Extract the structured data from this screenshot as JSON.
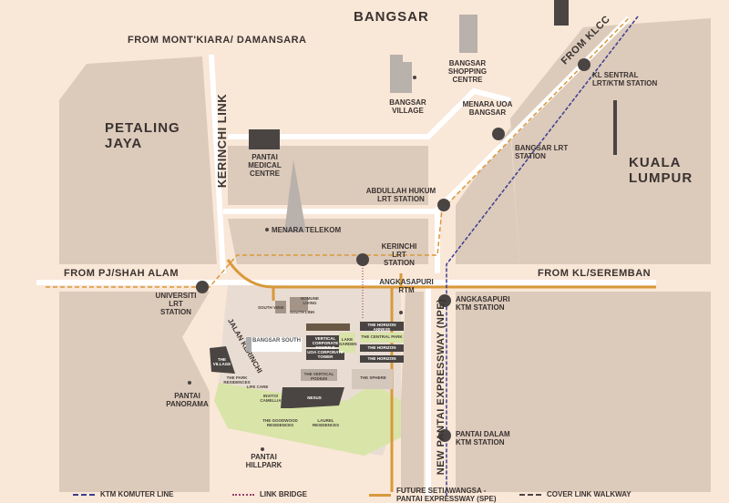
{
  "colors": {
    "background": "#f9e7d8",
    "block": "#dccabb",
    "green": "#d9e4a8",
    "dark": "#4a4542",
    "spe": "#d9993a",
    "ktm": "#3b3f8f",
    "link_bridge": "#9a3f6e",
    "road": "#ffffff"
  },
  "areas": {
    "bangsar": "BANGSAR",
    "petaling_jaya": "PETALING JAYA",
    "kuala_lumpur": "KUALA LUMPUR"
  },
  "roads": {
    "from_montkiara": "FROM MONT'KIARA/ DAMANSARA",
    "kerinchi_link": "KERINCHI LINK",
    "from_pj": "FROM PJ/SHAH ALAM",
    "from_kl_seremban": "FROM KL/SEREMBAN",
    "from_klcc": "FROM KLCC",
    "npe": "NEW PANTAI EXPRESSWAY (NPE)",
    "jalan_kerinchi": "JALAN KERINCHI"
  },
  "landmarks": {
    "bangsar_shopping": "BANGSAR SHOPPING CENTRE",
    "bangsar_village": "BANGSAR VILLAGE",
    "menara_uoa": "MENARA UOA BANGSAR",
    "pantai_medical": "PANTAI MEDICAL CENTRE",
    "menara_telekom": "MENARA TELEKOM",
    "abdullah_hukum": "ABDULLAH HUKUM LRT STATION",
    "bangsar_lrt": "BANGSAR LRT STATION",
    "kl_sentral": "KL SENTRAL LRT/KTM STATION",
    "kerinchi_lrt": "KERINCHI LRT STATION",
    "angkasapuri_rtm": "ANGKASAPURI RTM",
    "angkasapuri_ktm": "ANGKASAPURI KTM STATION",
    "universiti_lrt": "UNIVERSITI LRT STATION",
    "pantai_panorama": "PANTAI PANORAMA",
    "pantai_hillpark": "PANTAI HILLPARK",
    "pantai_dalam": "PANTAI DALAM KTM STATION"
  },
  "site": {
    "logo": "BANGSAR SOUTH",
    "south_view": "SOUTH VIEW",
    "south_link": "SOUTH LINK",
    "nomune": "NOMUNE LIVING",
    "vertical_b": "VERTICAL CORPORATE TOWER B",
    "uoa_tower": "UOA CORPORATE TOWER",
    "horizon_annexe": "THE HORIZON ANNEXE",
    "central_park": "THE CENTRAL PARK",
    "horizon1": "THE HORIZON",
    "horizon2": "THE HORIZON",
    "vertical_podium": "THE VERTICAL PODIUM",
    "sphere": "THE SPHERE",
    "nexus": "NEXUS",
    "village": "THE VILLAGE",
    "park_residences": "THE PARK RESIDENCES",
    "life_care": "LIFE CARE",
    "invito": "INVITO/ CAMELLIA",
    "goodwood": "THE GOODWOOD RESIDENCES",
    "laurel": "LAUREL RESIDENCES",
    "lake_garden": "LAKE GARDEN"
  },
  "legend": [
    {
      "label": "KTM KOMUTER LINE",
      "style": "dashed",
      "color": "#3b3f8f"
    },
    {
      "label": "LINK BRIDGE",
      "style": "dotted",
      "color": "#9a3f6e"
    },
    {
      "label": "FUTURE SETIAWANGSA - PANTAI EXPRESSWAY (SPE)",
      "style": "solid",
      "color": "#d9993a"
    },
    {
      "label": "COVER LINK WALKWAY",
      "style": "dashed",
      "color": "#4a4542"
    }
  ]
}
